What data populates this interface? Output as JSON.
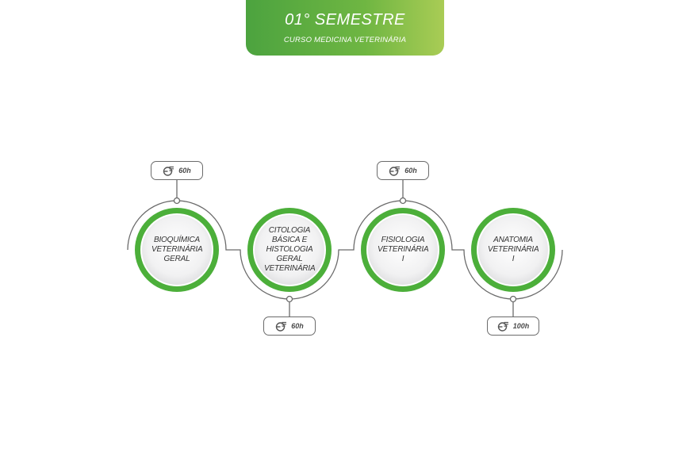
{
  "header": {
    "title": "01° SEMESTRE",
    "subtitle": "CURSO MEDICINA VETERINÁRIA"
  },
  "subjects": [
    {
      "name": "BIOQUÍMICA VETERINÁRIA GERAL",
      "hours": "60h",
      "badge_side": "top"
    },
    {
      "name": "CITOLOGIA BÁSICA E HISTOLOGIA GERAL VETERINÁRIA",
      "hours": "60h",
      "badge_side": "bottom"
    },
    {
      "name": "FISIOLOGIA VETERINÁRIA I",
      "hours": "60h",
      "badge_side": "top"
    },
    {
      "name": "ANATOMIA VETERINÁRIA I",
      "hours": "100h",
      "badge_side": "bottom"
    }
  ],
  "colors": {
    "accent_green": "#4caf3a",
    "line_gray": "#6b6b6b",
    "circle_inner": "#eeeeef"
  },
  "icons": {
    "badge": "clock-icon"
  }
}
